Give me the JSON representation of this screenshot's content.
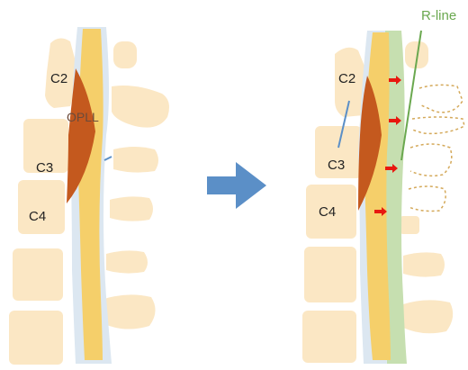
{
  "colors": {
    "bone": "#fbe7c4",
    "cord": "#f5cf6a",
    "dura": "#dce7f1",
    "opll": "#c4591e",
    "decompressed": "#c6dfb0",
    "arrow_blue": "#5b8fc7",
    "small_arrow": "#e8170f",
    "r_line": "#6aa84f",
    "lamina_outline": "#d4a95a",
    "label_text": "#222222",
    "opll_text": "#6b4a3a"
  },
  "icons": {
    "transition": "arrow-right-icon",
    "expansion": "arrow-right-small-icon"
  },
  "before": {
    "labels": {
      "c2": "C2",
      "c3": "C3",
      "c4": "C4",
      "opll": "OPLL"
    }
  },
  "after": {
    "labels": {
      "c2": "C2",
      "c3": "C3",
      "c4": "C4",
      "r_line": "R-line"
    },
    "expansion_arrow_count": 4
  }
}
